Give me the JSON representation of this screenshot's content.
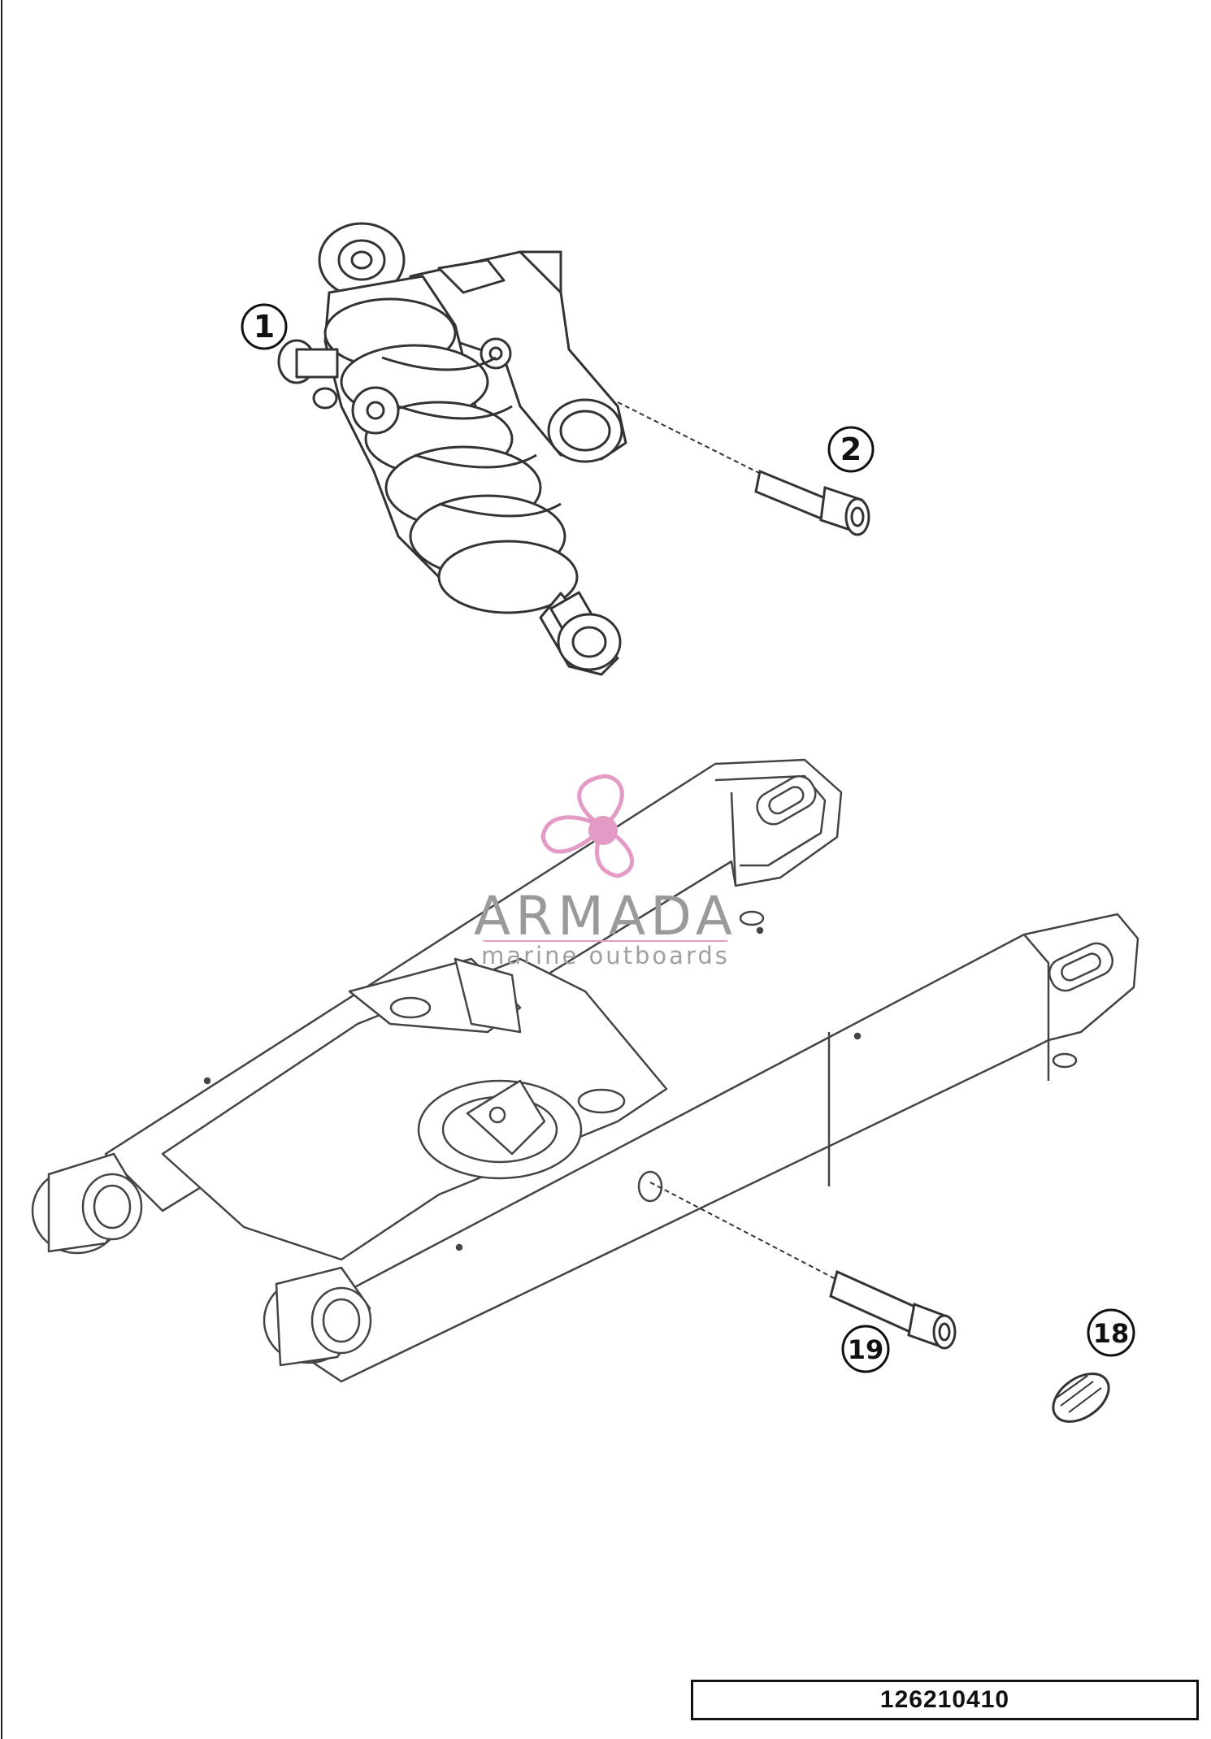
{
  "watermark": {
    "brand": "ARMADA",
    "tagline": "marine outboards",
    "accent_color": "#e39ac4"
  },
  "callouts": [
    {
      "id": "1",
      "label": "1"
    },
    {
      "id": "2",
      "label": "2"
    },
    {
      "id": "19",
      "label": "19"
    },
    {
      "id": "18",
      "label": "18"
    }
  ],
  "footer": {
    "part_number": "126210410"
  }
}
